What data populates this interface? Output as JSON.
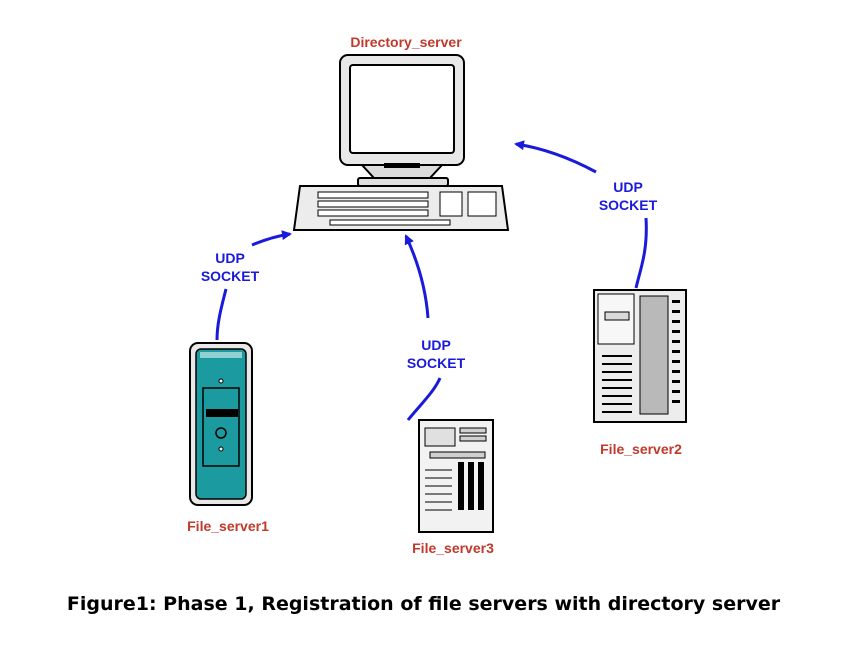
{
  "nodes": {
    "directory_server": "Directory_server",
    "file_server1": "File_server1",
    "file_server2": "File_server2",
    "file_server3": "File_server3"
  },
  "connections": [
    {
      "from": "File_server1",
      "to": "Directory_server",
      "line1": "UDP",
      "line2": "SOCKET"
    },
    {
      "from": "File_server3",
      "to": "Directory_server",
      "line1": "UDP",
      "line2": "SOCKET"
    },
    {
      "from": "File_server2",
      "to": "Directory_server",
      "line1": "UDP",
      "line2": "SOCKET"
    }
  ],
  "caption": "Figure1: Phase 1, Registration of file servers with directory server",
  "colors": {
    "node_label": "#c0392b",
    "arrow": "#1a1adb",
    "server1_body": "#1b9aa0"
  }
}
